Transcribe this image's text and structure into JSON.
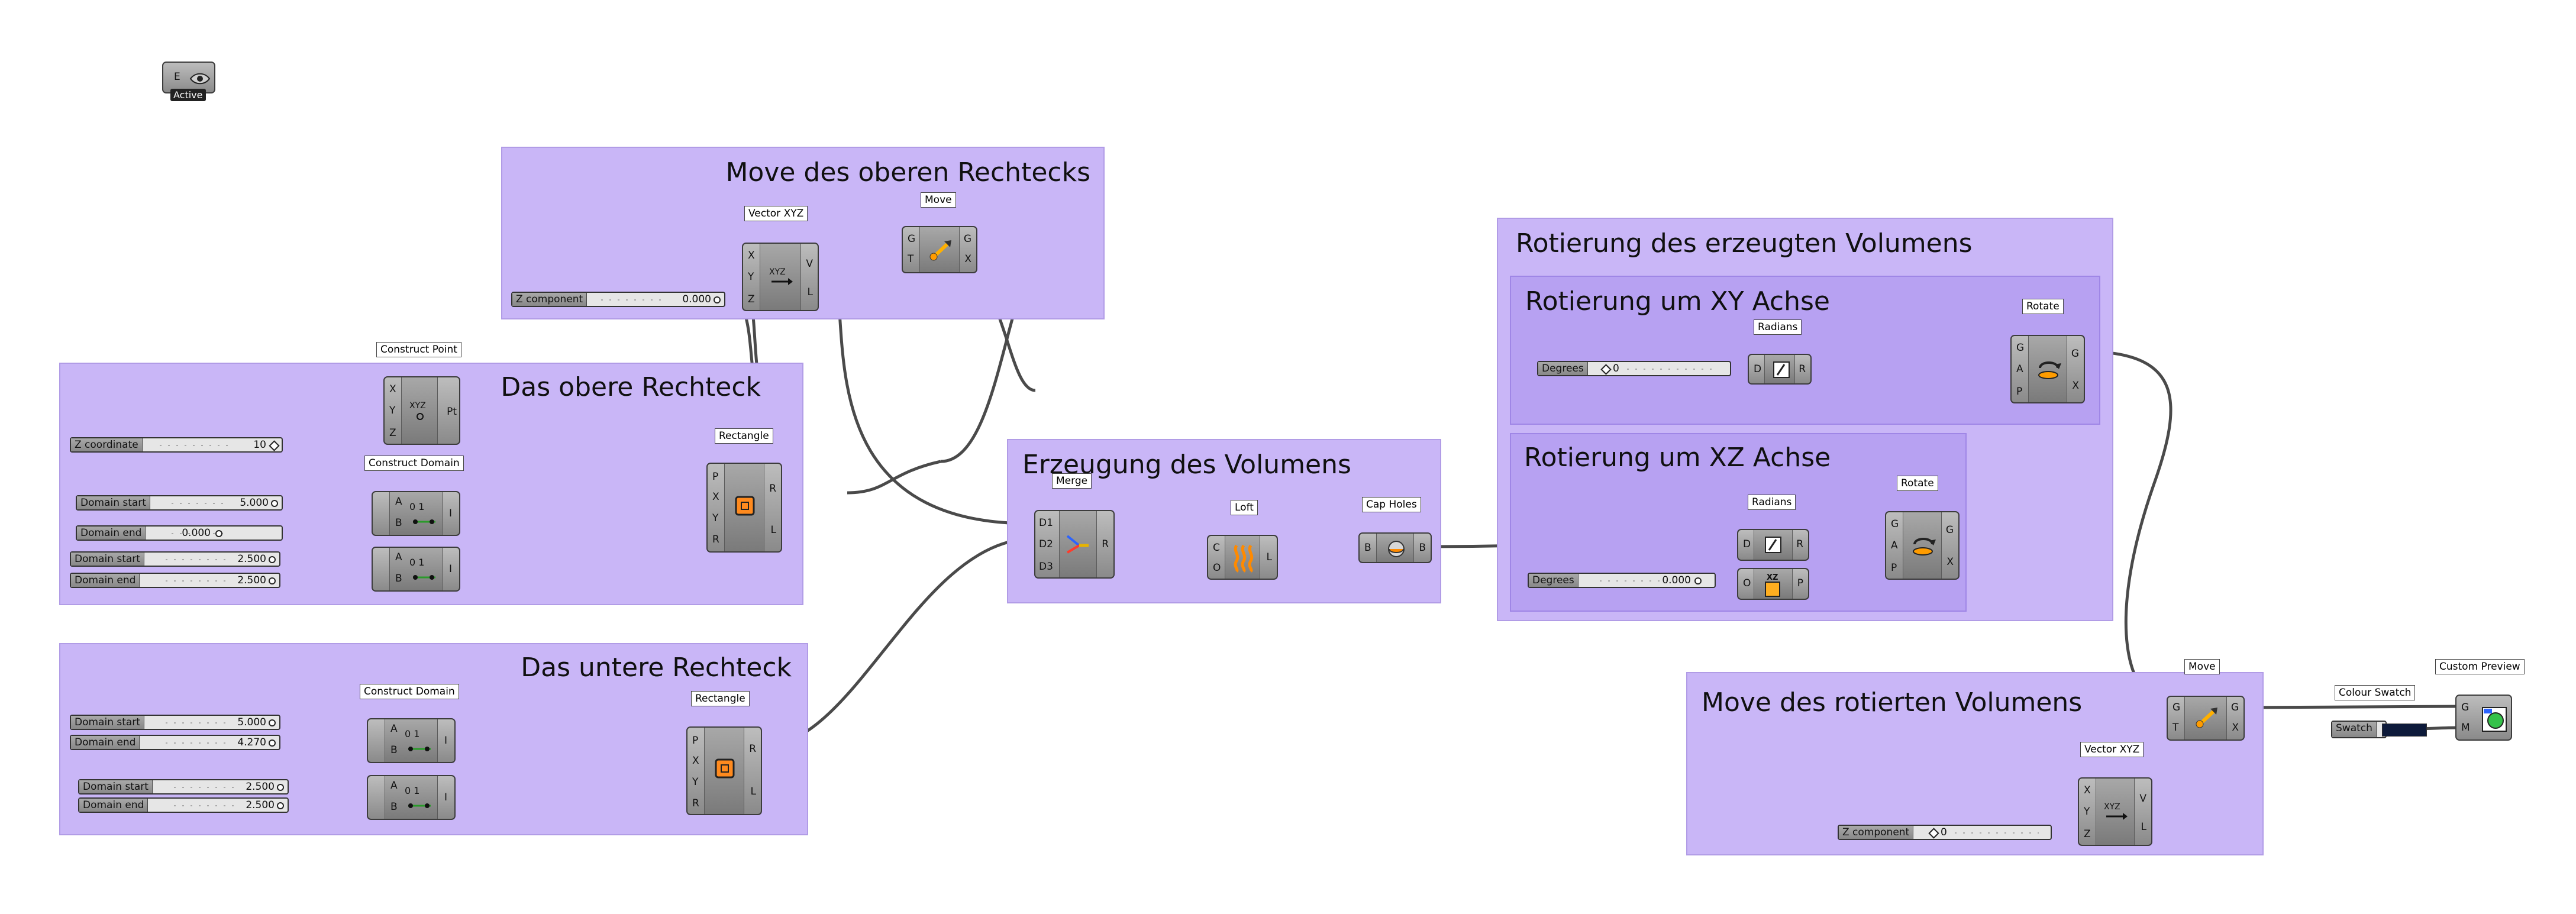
{
  "active_component": {
    "label": "E",
    "status": "Active"
  },
  "groups": {
    "move_oben": "Move des oberen Rechtecks",
    "obere": "Das obere Rechteck",
    "untere": "Das untere Rechteck",
    "erzeugung": "Erzeugung des Volumens",
    "rotierung": "Rotierung des erzeugten Volumens",
    "xy": "Rotierung um XY Achse",
    "xz": "Rotierung um XZ Achse",
    "move_rot": "Move des rotierten Volumens"
  },
  "tags": {
    "vector_xyz_1": "Vector XYZ",
    "move_1": "Move",
    "construct_point": "Construct Point",
    "rectangle_1": "Rectangle",
    "construct_domain_1": "Construct Domain",
    "construct_domain_2": "Construct Domain",
    "rectangle_2": "Rectangle",
    "merge": "Merge",
    "loft": "Loft",
    "cap_holes": "Cap Holes",
    "radians_1": "Radians",
    "rotate_1": "Rotate",
    "radians_2": "Radians",
    "rotate_2": "Rotate",
    "move_2": "Move",
    "vector_xyz_2": "Vector XYZ",
    "colour_swatch": "Colour Swatch",
    "custom_preview": "Custom Preview"
  },
  "sliders": {
    "z_component_1": {
      "label": "Z component",
      "value": "0.000"
    },
    "z_coordinate": {
      "label": "Z coordinate",
      "value": "10"
    },
    "domain_start_1": {
      "label": "Domain start",
      "value": "5.000"
    },
    "domain_end_1": {
      "label": "Domain end",
      "value": "0.000"
    },
    "domain_start_2": {
      "label": "Domain start",
      "value": "2.500"
    },
    "domain_end_2": {
      "label": "Domain end",
      "value": "2.500"
    },
    "domain_start_3": {
      "label": "Domain start",
      "value": "5.000"
    },
    "domain_end_3": {
      "label": "Domain end",
      "value": "4.270"
    },
    "domain_start_4": {
      "label": "Domain start",
      "value": "2.500"
    },
    "domain_end_4": {
      "label": "Domain end",
      "value": "2.500"
    },
    "degrees_1": {
      "label": "Degrees",
      "value": "0"
    },
    "degrees_2": {
      "label": "Degrees",
      "value": "0.000"
    },
    "z_component_2": {
      "label": "Z component",
      "value": "0"
    }
  },
  "swatch": {
    "label": "Swatch",
    "color": "#0d1a3a"
  },
  "ports": {
    "vector": {
      "in": [
        "X",
        "Y",
        "Z"
      ],
      "out": [
        "V",
        "L"
      ]
    },
    "move": {
      "in": [
        "G",
        "T"
      ],
      "out": [
        "G",
        "X"
      ]
    },
    "point": {
      "in": [
        "X",
        "Y",
        "Z"
      ],
      "out": [
        "Pt"
      ]
    },
    "rect": {
      "in": [
        "P",
        "X",
        "Y",
        "R"
      ],
      "out": [
        "R",
        "L"
      ]
    },
    "domain": {
      "in": [
        "A",
        "B"
      ],
      "out": [
        "I"
      ]
    },
    "merge": {
      "in": [
        "D1",
        "D2",
        "D3"
      ],
      "out": [
        "R"
      ]
    },
    "loft": {
      "in": [
        "C",
        "O"
      ],
      "out": [
        "L"
      ]
    },
    "cap": {
      "in": [
        "B"
      ],
      "out": [
        "B"
      ]
    },
    "radians": {
      "in": [
        "D"
      ],
      "out": [
        "R"
      ]
    },
    "rotate": {
      "in": [
        "G",
        "A",
        "P"
      ],
      "out": [
        "G",
        "X"
      ]
    },
    "plane_xz": {
      "in": [
        "O"
      ],
      "out": [
        "P"
      ]
    },
    "preview": {
      "in": [
        "G",
        "M"
      ],
      "out": []
    }
  },
  "colors": {
    "group_fill": "#c9b6f7",
    "subgroup_fill": "#b7a1f2",
    "wire": "#4a4a4a",
    "component": "#9a9a9a"
  }
}
